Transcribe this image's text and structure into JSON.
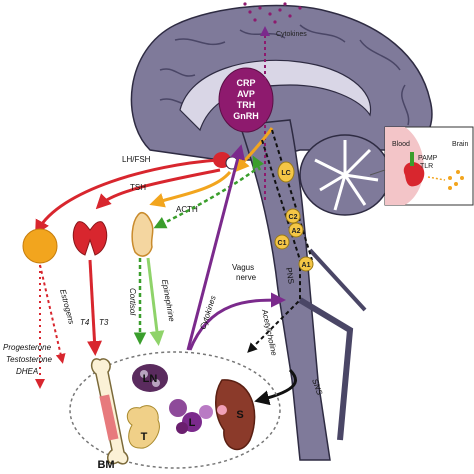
{
  "labels": {
    "cytokines_top": "Cytokines",
    "hypothalamus": [
      "CRP",
      "AVP",
      "TRH",
      "GnRH"
    ],
    "lh_fsh": "LH/FSH",
    "tsh": "TSH",
    "acth": "ACTH",
    "estrogens": "Estrogens",
    "t4": "T4",
    "t3": "T3",
    "cortisol": "Cortisol",
    "epinephrine": "Epinephrine",
    "cytokines_mid": "Cytokines",
    "progesterone": "Progesterone",
    "testosterone": "Testosterone",
    "dhea": "DHEA",
    "vagus": "Vagus",
    "nerve": "nerve",
    "pns": "PNS",
    "acetylcholine": "Acetylcholine",
    "sns": "SNS",
    "lc": "LC",
    "c2": "C2",
    "a2": "A2",
    "c1": "C1",
    "a1": "A1",
    "inset_blood": "Blood",
    "inset_brain": "Brain",
    "inset_pamp": "PAMP",
    "inset_tlr": "TLR",
    "bm": "BM",
    "ln": "LN",
    "t": "T",
    "l": "L",
    "s": "S"
  },
  "colors": {
    "brain": "#7f7a9a",
    "cortex_dark": "#4a4666",
    "hypothalamus": "#8e1a6e",
    "red": "#d8262e",
    "orange": "#f2a51e",
    "green": "#3a9e2c",
    "light_green": "#8fd36a",
    "purple": "#7b2a8c",
    "black": "#111111"
  }
}
